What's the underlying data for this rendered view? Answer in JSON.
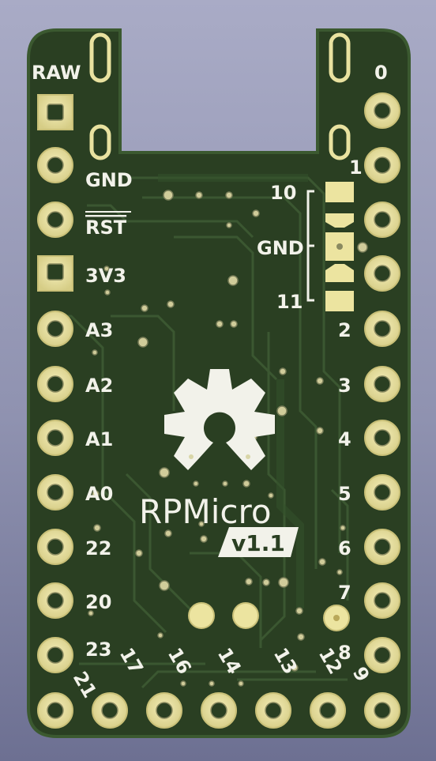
{
  "board": {
    "name": "RPMicro",
    "version": "v1.1",
    "colors": {
      "background": "#9a9cb9",
      "board_mask": "#2a3f22",
      "board_edge": "#36522c",
      "copper_pour": "#31492a",
      "trace": "#3f5d34",
      "pad_gold": "#e9e2a0",
      "pad_gold_dark": "#c9c078",
      "silkscreen": "#f2f2ea"
    },
    "labels": {
      "raw": "RAW",
      "gnd": "GND",
      "rst": "RST",
      "v3v3": "3V3",
      "a3": "A3",
      "a2": "A2",
      "a1": "A1",
      "a0": "A0",
      "p22": "22",
      "p20": "20",
      "p23": "23",
      "p0": "0",
      "p1": "1",
      "p2": "2",
      "p3": "3",
      "p4": "4",
      "p5": "5",
      "p6": "6",
      "p7": "7",
      "p8": "8",
      "jumper_top": "10",
      "jumper_mid": "GND",
      "jumper_bottom": "11",
      "b21": "21",
      "b17": "17",
      "b16": "16",
      "b14": "14",
      "b13": "13",
      "b12": "12",
      "b9": "9"
    },
    "logo_icon": "open-hardware-gear-icon"
  }
}
